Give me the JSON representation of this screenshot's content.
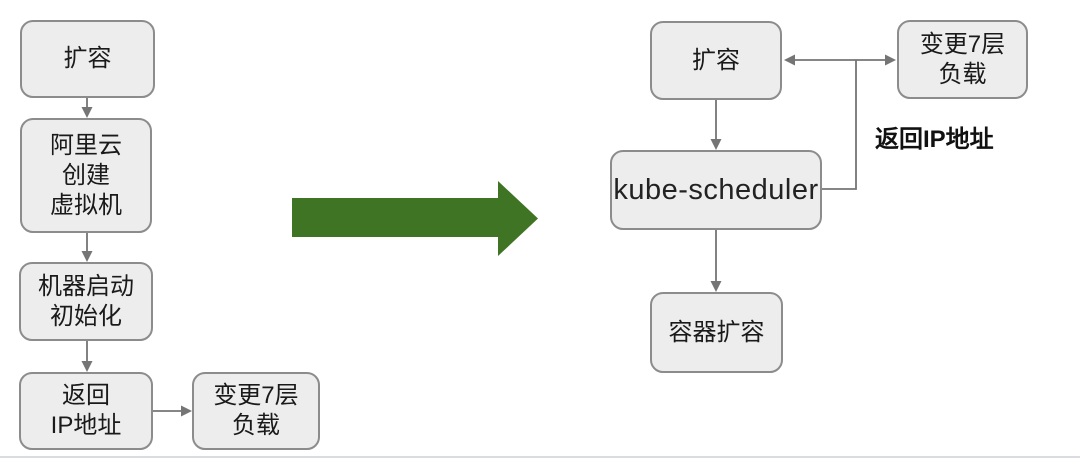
{
  "diagram": {
    "left_flow": {
      "nodes": [
        {
          "label": "扩容"
        },
        {
          "label": "阿里云\n创建\n虚拟机"
        },
        {
          "label": "机器启动\n初始化"
        },
        {
          "label": "返回\nIP地址"
        },
        {
          "label": "变更7层\n负载"
        }
      ]
    },
    "right_flow": {
      "nodes": [
        {
          "label": "扩容"
        },
        {
          "label": "变更7层\n负载"
        },
        {
          "label": "kube-scheduler"
        },
        {
          "label": "容器扩容"
        }
      ],
      "edge_label": "返回IP地址"
    },
    "colors": {
      "node_fill": "#ededed",
      "node_border": "#8c8c8c",
      "connector": "#757575",
      "transition_arrow_green": "#3f7425",
      "text": "#1a1a1a",
      "bottom_rule": "#d9dde1"
    }
  }
}
